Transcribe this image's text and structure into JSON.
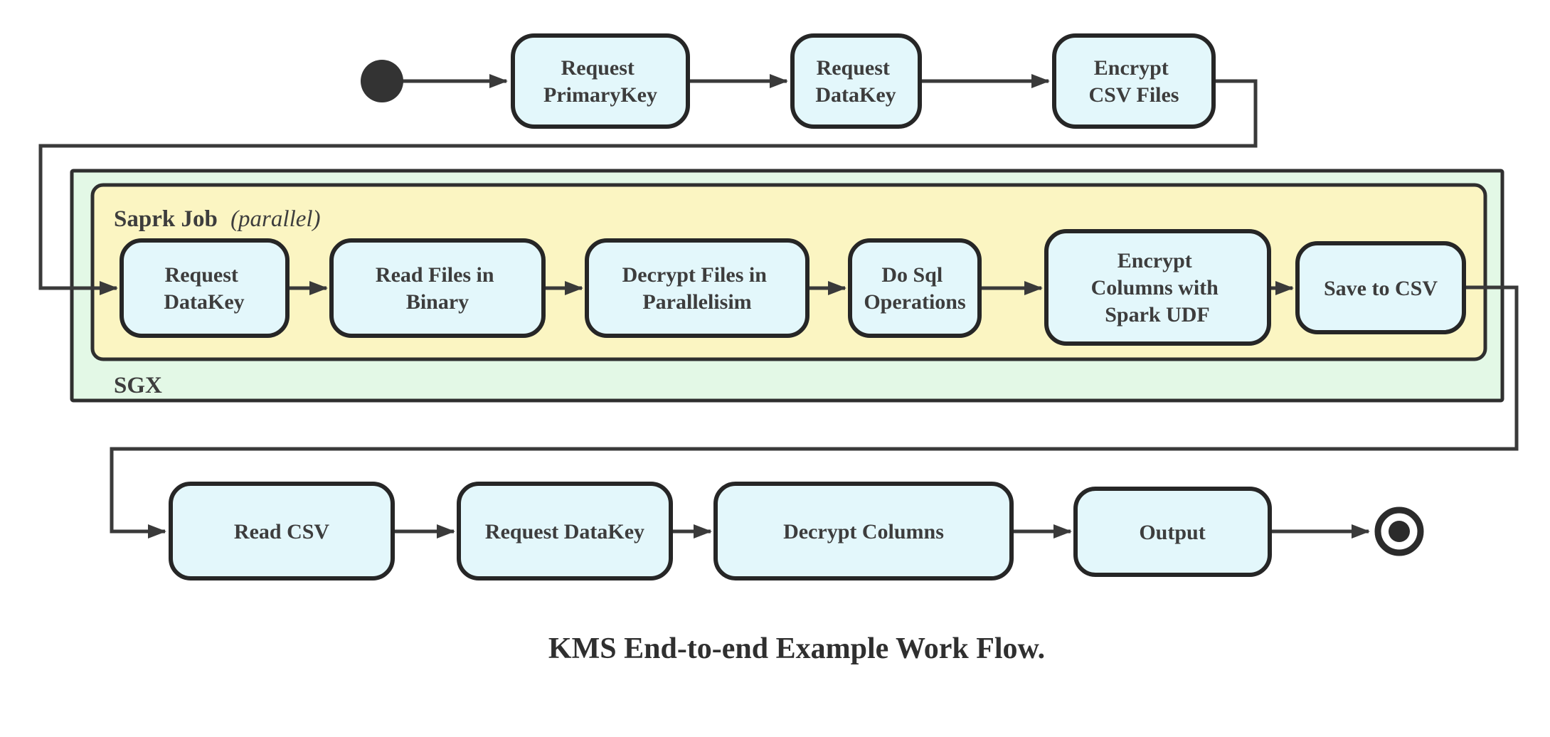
{
  "diagram": {
    "caption": "KMS End-to-end Example Work Flow.",
    "colors": {
      "node_fill": "#e3f7fb",
      "node_border": "#262626",
      "spark_container_fill": "#fbf5c2",
      "sgx_container_fill": "#e3f8e6",
      "line": "#3a3a3a",
      "text": "#3d3d3d",
      "start_fill": "#333333",
      "end_fill": "#2b2b2b"
    },
    "containers": {
      "sgx": {
        "label": "SGX"
      },
      "spark": {
        "label": "Saprk Job",
        "note": "(parallel)"
      }
    },
    "markers": {
      "start": "initial-state",
      "end": "final-state"
    },
    "top_row": [
      {
        "id": "request-primarykey",
        "lines": [
          "Request",
          "PrimaryKey"
        ]
      },
      {
        "id": "request-datakey",
        "lines": [
          "Request",
          "DataKey"
        ]
      },
      {
        "id": "encrypt-csv-files",
        "lines": [
          "Encrypt",
          "CSV Files"
        ]
      }
    ],
    "spark_row": [
      {
        "id": "request-datakey-sgx",
        "lines": [
          "Request",
          "DataKey"
        ]
      },
      {
        "id": "read-files-in-binary",
        "lines": [
          "Read Files in",
          "Binary"
        ]
      },
      {
        "id": "decrypt-files-in-parallelisim",
        "lines": [
          "Decrypt Files in",
          "Parallelisim"
        ]
      },
      {
        "id": "do-sql-operations",
        "lines": [
          "Do Sql",
          "Operations"
        ]
      },
      {
        "id": "encrypt-columns-with-spark-udf",
        "lines": [
          "Encrypt",
          "Columns with",
          "Spark UDF"
        ]
      },
      {
        "id": "save-to-csv",
        "lines": [
          "Save to CSV"
        ]
      }
    ],
    "bottom_row": [
      {
        "id": "read-csv",
        "lines": [
          "Read CSV"
        ]
      },
      {
        "id": "request-datakey-client",
        "lines": [
          "Request DataKey"
        ]
      },
      {
        "id": "decrypt-columns",
        "lines": [
          "Decrypt Columns"
        ]
      },
      {
        "id": "output",
        "lines": [
          "Output"
        ]
      }
    ],
    "edges": [
      "start -> Request PrimaryKey",
      "Request PrimaryKey -> Request DataKey",
      "Request DataKey -> Encrypt CSV Files",
      "Encrypt CSV Files -> Request DataKey (SGX)",
      "Request DataKey (SGX) -> Read Files in Binary",
      "Read Files in Binary -> Decrypt Files in Parallelisim",
      "Decrypt Files in Parallelisim -> Do Sql Operations",
      "Do Sql Operations -> Encrypt Columns with Spark UDF",
      "Encrypt Columns with Spark UDF -> Save to CSV",
      "Save to CSV -> Read CSV",
      "Read CSV -> Request DataKey",
      "Request DataKey -> Decrypt Columns",
      "Decrypt Columns -> Output",
      "Output -> end"
    ]
  }
}
